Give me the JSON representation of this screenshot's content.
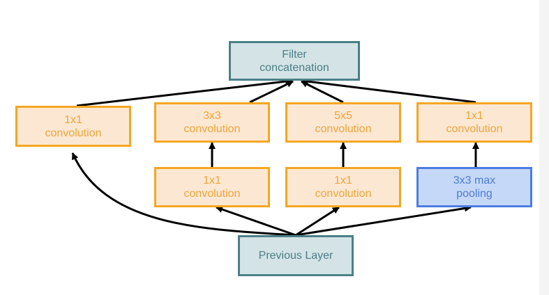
{
  "nodes": {
    "filter_concat": {
      "line1": "Filter",
      "line2": "concatenation"
    },
    "conv1x1_a": {
      "line1": "1x1",
      "line2": "convolution"
    },
    "conv3x3": {
      "line1": "3x3",
      "line2": "convolution"
    },
    "conv5x5": {
      "line1": "5x5",
      "line2": "convolution"
    },
    "conv1x1_d": {
      "line1": "1x1",
      "line2": "convolution"
    },
    "conv1x1_b": {
      "line1": "1x1",
      "line2": "convolution"
    },
    "conv1x1_c": {
      "line1": "1x1",
      "line2": "convolution"
    },
    "maxpool": {
      "line1": "3x3 max",
      "line2": "pooling"
    },
    "previous_layer": {
      "label": "Previous Layer"
    }
  },
  "colors": {
    "teal_border": "#4a8087",
    "teal_fill": "#d4e4e6",
    "orange_border": "#f5a623",
    "orange_fill": "#fce8d2",
    "blue_border": "#4a7de2",
    "blue_fill": "#c6d8f8",
    "arrow": "#000000"
  }
}
